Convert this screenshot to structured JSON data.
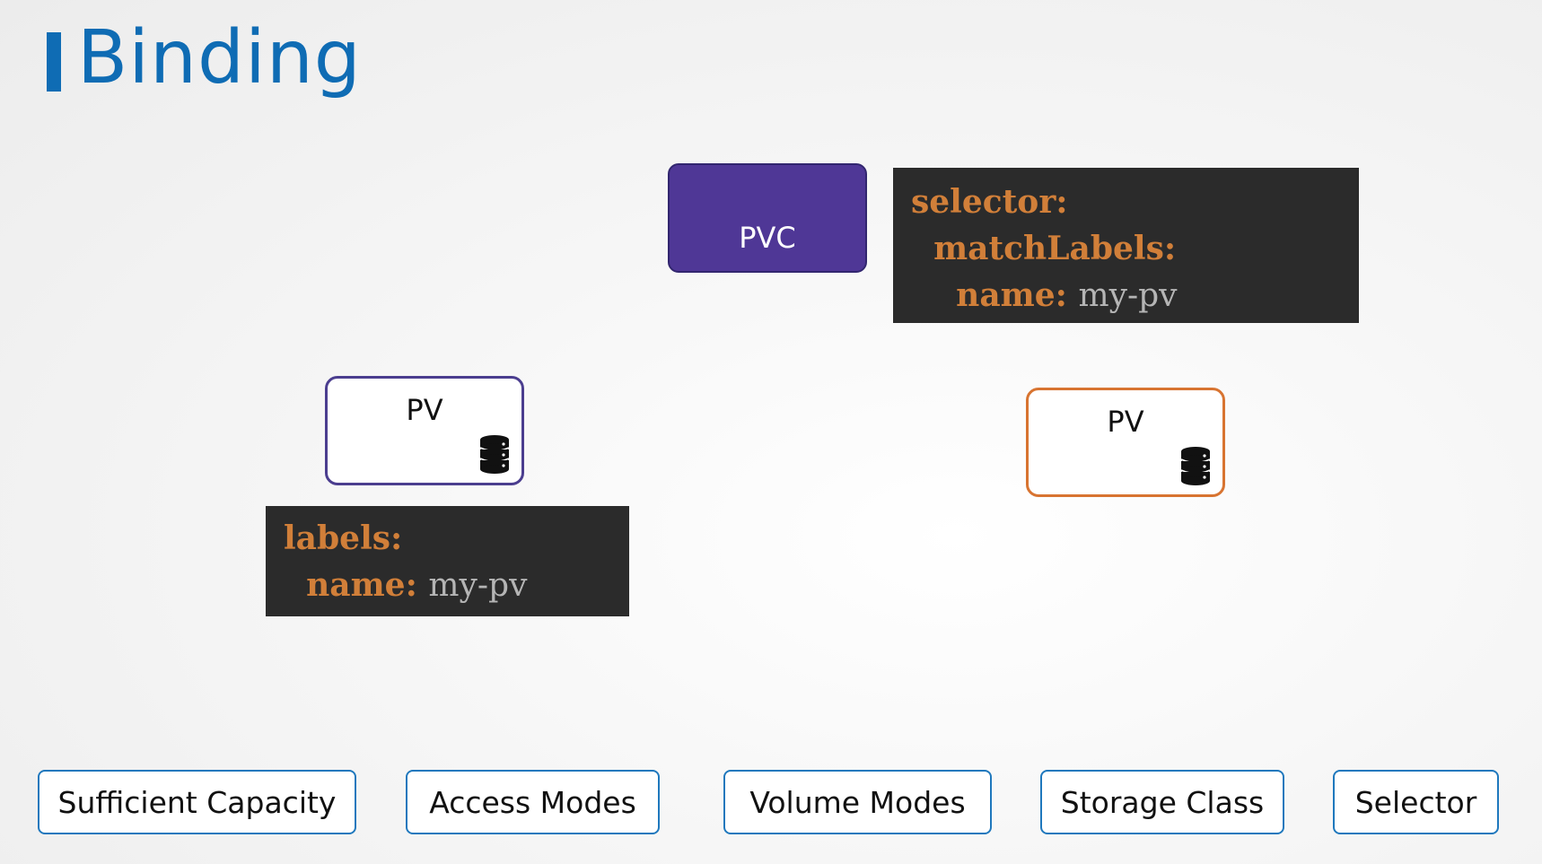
{
  "title": "Binding",
  "pvc": {
    "label": "PVC"
  },
  "pv_left": {
    "label": "PV",
    "icon": "database-icon"
  },
  "pv_right": {
    "label": "PV",
    "icon": "database-icon"
  },
  "selector_code": {
    "line1_key": "selector:",
    "line2_key": "matchLabels:",
    "line3_key": "name:",
    "line3_value": "my-pv"
  },
  "labels_code": {
    "line1_key": "labels:",
    "line2_key": "name:",
    "line2_value": "my-pv"
  },
  "criteria": [
    "Sufficient Capacity",
    "Access Modes",
    "Volume Modes",
    "Storage Class",
    "Selector"
  ],
  "colors": {
    "title": "#0f6cb4",
    "pvc_fill": "#4f3796",
    "pv_left_border": "#4b3e8f",
    "pv_right_border": "#d87431",
    "code_bg": "#2b2b2b",
    "code_key": "#d17f39",
    "code_value": "#b5b5b5",
    "criteria_border": "#1f78bd"
  }
}
